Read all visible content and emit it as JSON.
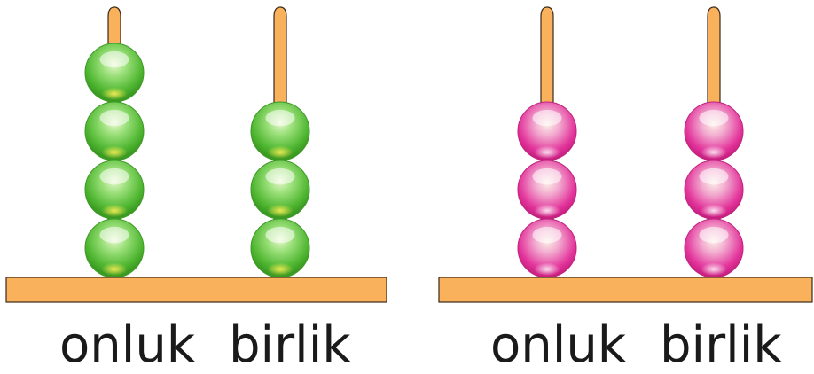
{
  "abacuses": [
    {
      "bead_color": "#5cc63c",
      "rods": [
        {
          "label": "onluk",
          "beads": 4
        },
        {
          "label": "birlik",
          "beads": 3
        }
      ]
    },
    {
      "bead_color": "#e6399b",
      "rods": [
        {
          "label": "onluk",
          "beads": 3
        },
        {
          "label": "birlik",
          "beads": 3
        }
      ]
    }
  ],
  "colors": {
    "wood": "#f9b15c",
    "wood_outline": "#3a2a1a",
    "green_bead": "#5cc63c",
    "green_highlight": "#e8f7c8",
    "green_core": "#f2e24a",
    "pink_bead": "#e6399b",
    "pink_highlight": "#fbe7dc"
  }
}
